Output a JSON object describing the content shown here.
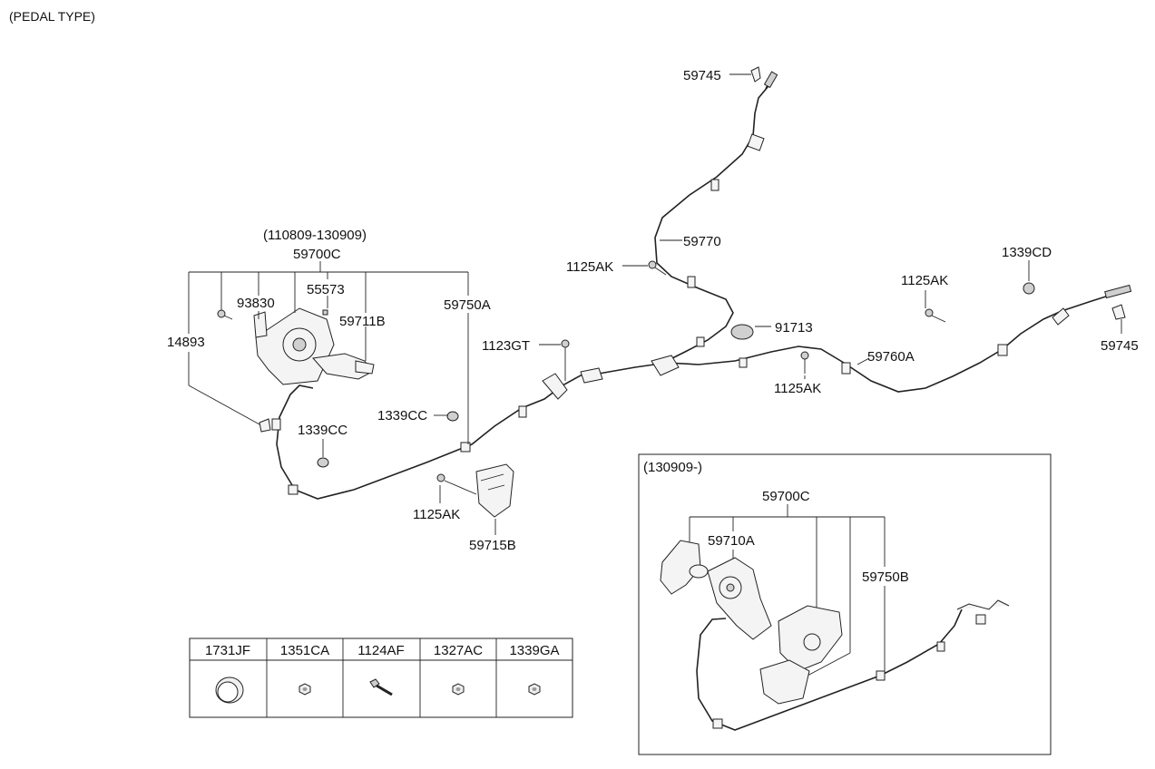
{
  "header": {
    "title": "(PEDAL TYPE)"
  },
  "labels": {
    "p59745_top": "59745",
    "p59770": "59770",
    "p1125AK_a": "1125AK",
    "p91713": "91713",
    "p1339CD": "1339CD",
    "p1125AK_b": "1125AK",
    "p59745_right": "59745",
    "p59760A": "59760A",
    "p1125AK_c": "1125AK",
    "p1123GT": "1123GT",
    "date_range": "(110809-130909)",
    "p59700C_main": "59700C",
    "p93830": "93830",
    "p55573": "55573",
    "p59711B": "59711B",
    "p59750A": "59750A",
    "p14893": "14893",
    "p1339CC_a": "1339CC",
    "p1339CC_b": "1339CC",
    "p1125AK_d": "1125AK",
    "p59715B": "59715B"
  },
  "inset": {
    "title": "(130909-)",
    "p59700C": "59700C",
    "p59710A": "59710A",
    "p59750B": "59750B"
  },
  "parts_table": {
    "headers": [
      "1731JF",
      "1351CA",
      "1124AF",
      "1327AC",
      "1339GA"
    ]
  }
}
